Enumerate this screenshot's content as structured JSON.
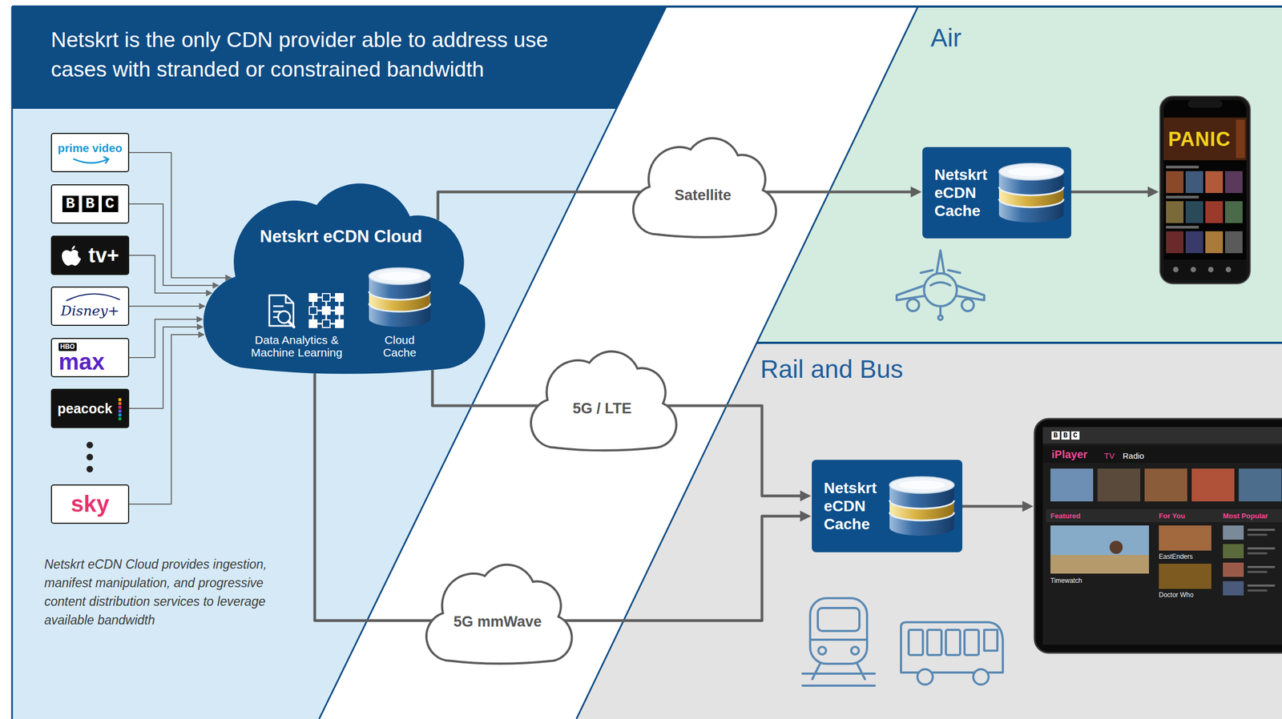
{
  "diagram": {
    "title": "Netskrt is the only CDN provider able to address use cases with stranded or constrained bandwidth",
    "nodes": [
      {
        "text": [
          "prime video"
        ]
      },
      {
        "text": [
          "BBC"
        ]
      },
      {
        "text": [
          "tv+"
        ]
      },
      {
        "text": [
          "Disney+"
        ]
      },
      {
        "text": [
          "HBO",
          "max"
        ]
      },
      {
        "text": [
          "peacock"
        ]
      },
      {
        "text": [
          "sky"
        ]
      },
      {
        "text": [
          "Netskrt eCDN Cloud",
          "Data Analytics & Machine Learning",
          "Cloud Cache"
        ]
      },
      {
        "text": [
          "Satellite"
        ]
      },
      {
        "text": [
          "5G / LTE"
        ]
      },
      {
        "text": [
          "5G mmWave"
        ]
      },
      {
        "text": [
          "Netskrt eCDN Cache"
        ]
      },
      {
        "text": [
          "PANIC"
        ]
      },
      {
        "text": [
          "Netskrt eCDN Cache"
        ]
      },
      {
        "text": [
          "BBC",
          "iPlayer",
          "TV",
          "Radio",
          "Featured",
          "For You",
          "Most Popular",
          "Timewatch",
          "EastEnders",
          "Doctor Who"
        ]
      }
    ],
    "edges": [
      {
        "from": 0,
        "to": 7,
        "arrow": "to"
      },
      {
        "from": 1,
        "to": 7,
        "arrow": "to"
      },
      {
        "from": 2,
        "to": 7,
        "arrow": "to"
      },
      {
        "from": 3,
        "to": 7,
        "arrow": "to"
      },
      {
        "from": 4,
        "to": 7,
        "arrow": "to"
      },
      {
        "from": 5,
        "to": 7,
        "arrow": "to"
      },
      {
        "from": 6,
        "to": 7,
        "arrow": "to"
      },
      {
        "from": 7,
        "to": 8,
        "arrow": "none"
      },
      {
        "from": 8,
        "to": 11,
        "arrow": "to"
      },
      {
        "from": 7,
        "to": 9,
        "arrow": "none"
      },
      {
        "from": 9,
        "to": 13,
        "arrow": "to"
      },
      {
        "from": 7,
        "to": 10,
        "arrow": "none"
      },
      {
        "from": 10,
        "to": 13,
        "arrow": "to"
      },
      {
        "from": 11,
        "to": 12,
        "arrow": "to"
      },
      {
        "from": 13,
        "to": 14,
        "arrow": "to"
      }
    ],
    "labels": [
      "Air",
      "Rail and Bus",
      "Netskrt eCDN Cloud provides ingestion, manifest manipulation, and progressive content distribution services to leverage available bandwidth"
    ]
  }
}
